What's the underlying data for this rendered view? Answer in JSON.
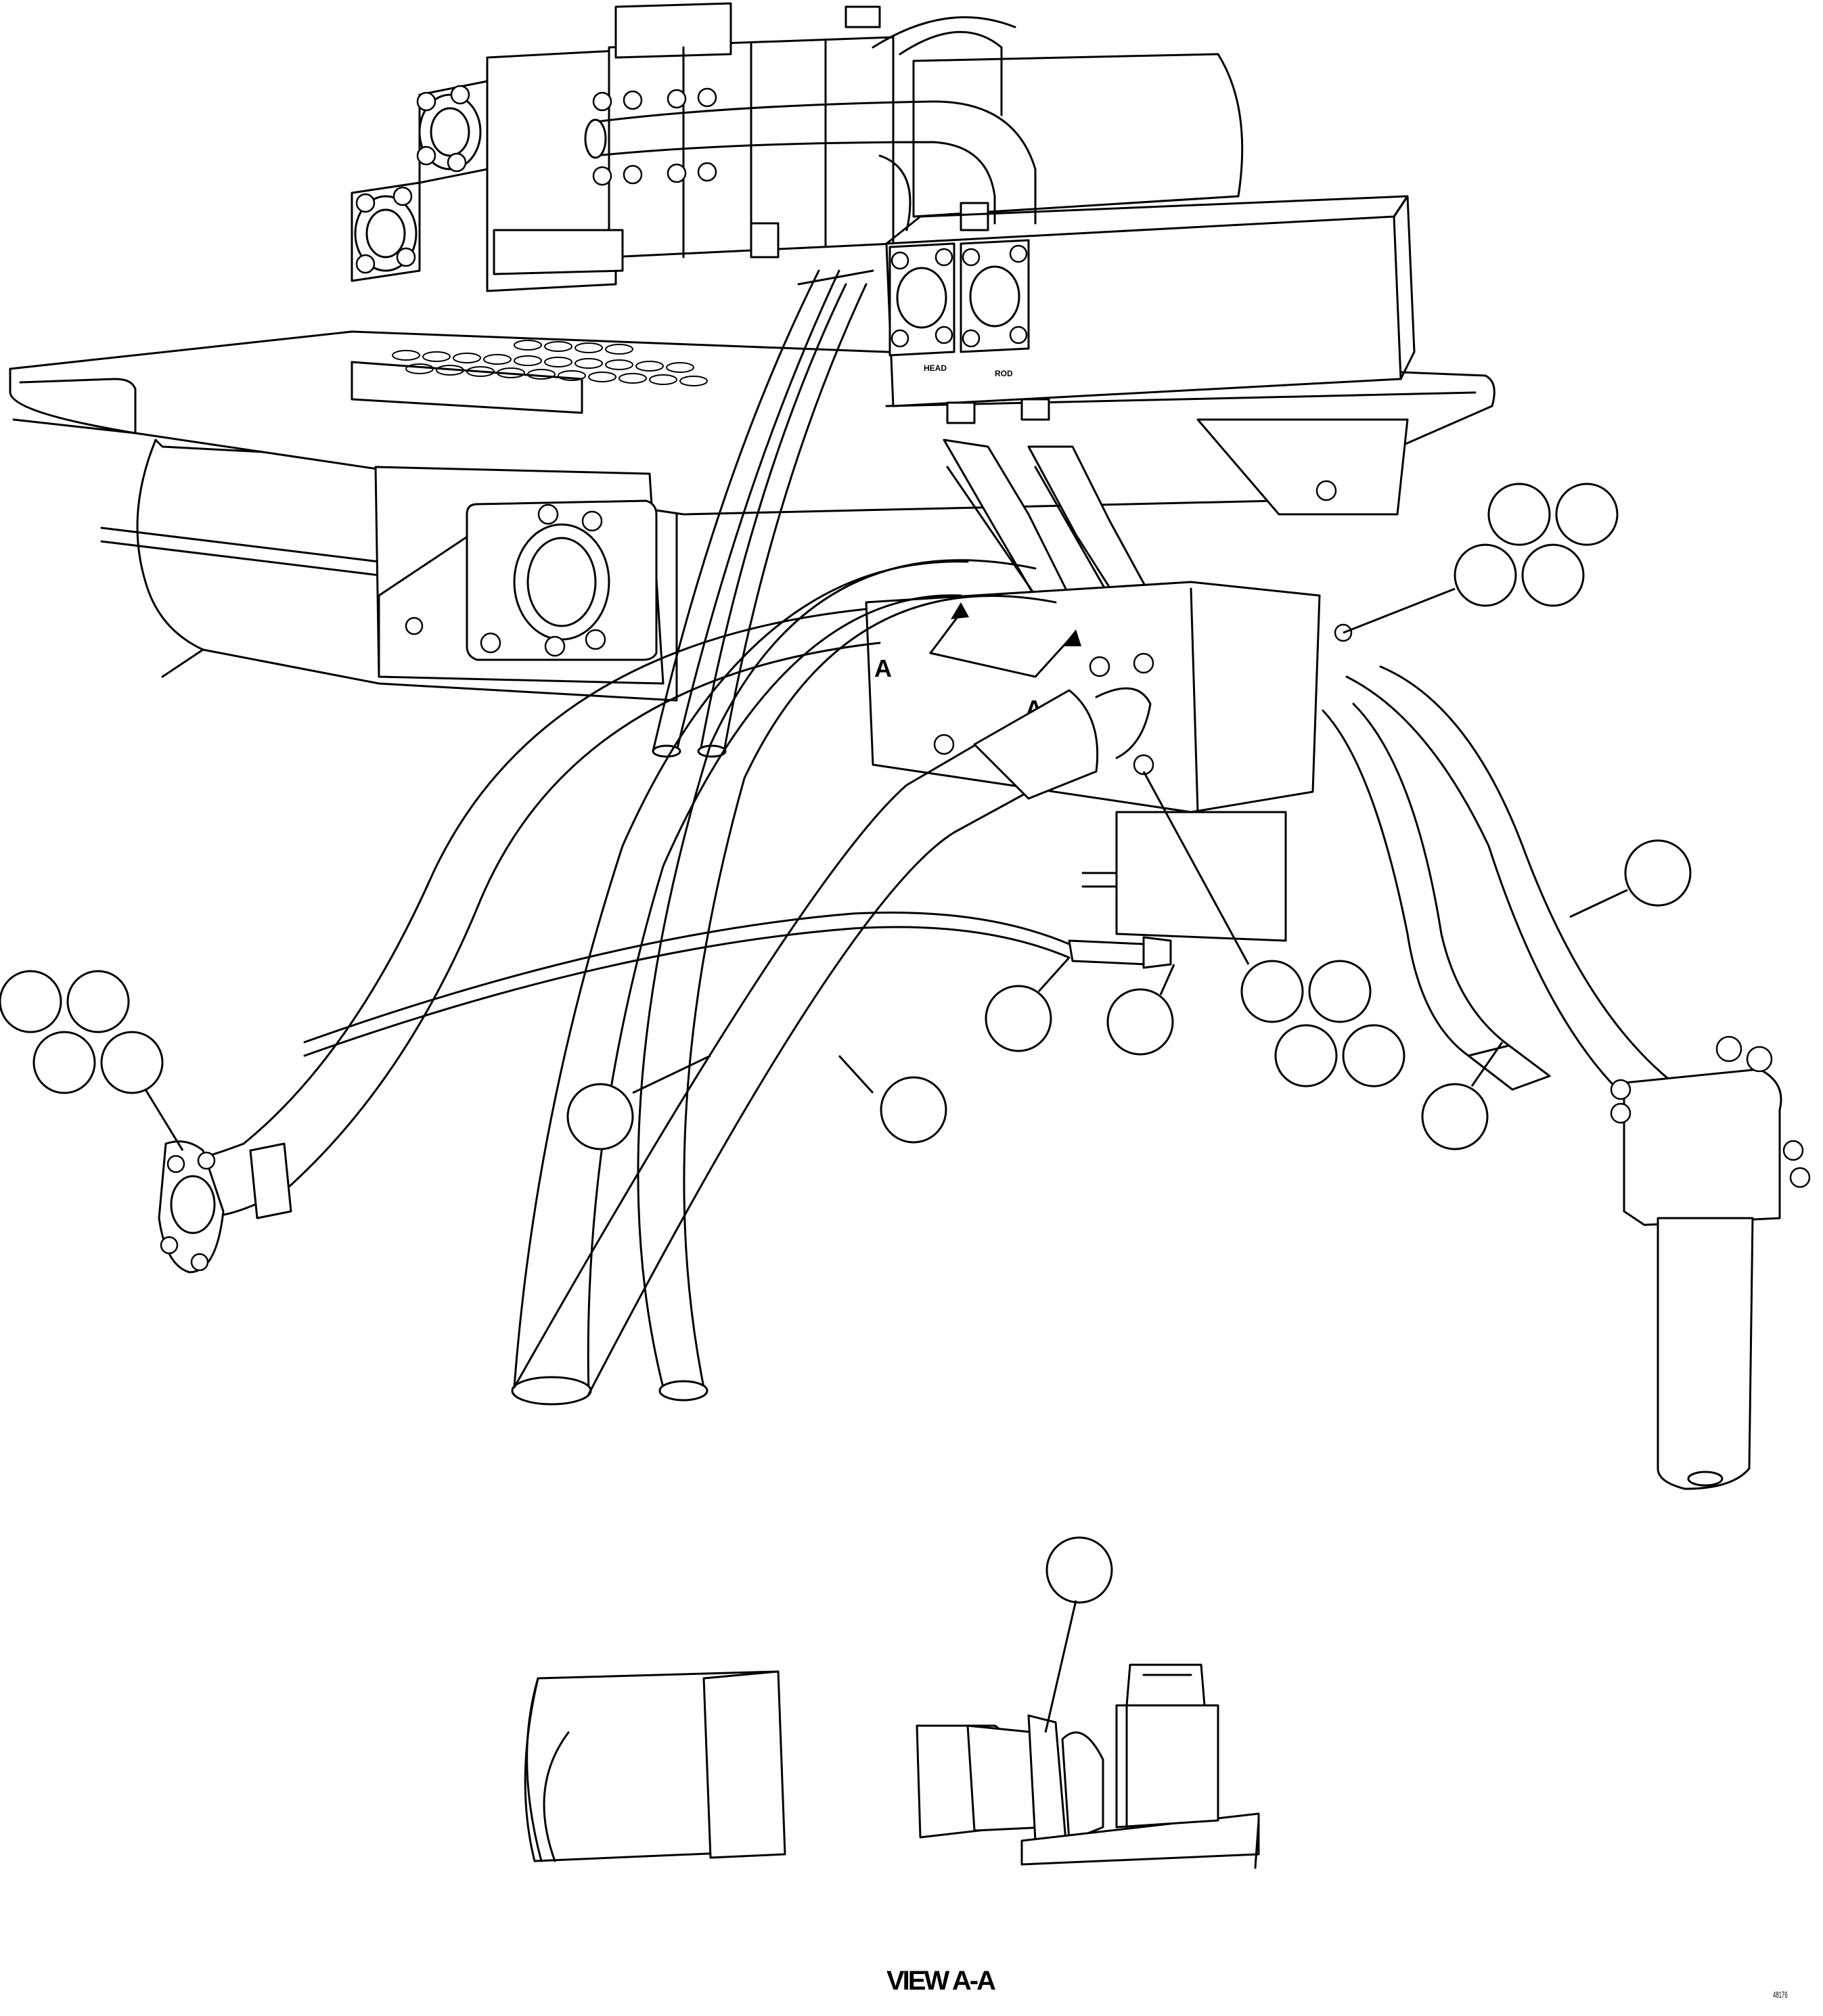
{
  "figure": {
    "view_markers": [
      "A",
      "A"
    ],
    "port_labels": [
      "HEAD",
      "ROD"
    ],
    "view_caption": "VIEW A-A",
    "drawing_number": "48176"
  }
}
